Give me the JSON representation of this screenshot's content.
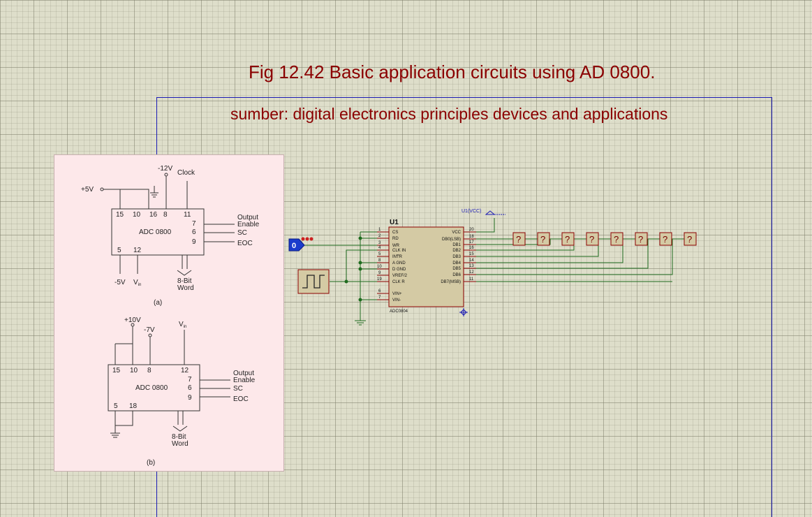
{
  "title": "Fig 12.42 Basic application circuits using AD 0800.",
  "subtitle": "sumber: digital electronics principles devices and applications",
  "figure": {
    "a": {
      "caption": "(a)",
      "supply": "+5V",
      "neg_supply": "-12V",
      "clock": "Clock",
      "chip": "ADC 0800",
      "top_pins": [
        "15",
        "10",
        "16",
        "8",
        "11"
      ],
      "right_pins": [
        "7",
        "6",
        "9"
      ],
      "bottom_pins": [
        "5",
        "12"
      ],
      "outputs": [
        "Output",
        "Enable",
        "SC",
        "EOC"
      ],
      "bottom_left": "-5V",
      "vin": "V",
      "vin_sub": "in",
      "word": [
        "8-Bit",
        "Word"
      ]
    },
    "b": {
      "caption": "(b)",
      "supply": "+10V",
      "neg_supply": "-7V",
      "vin": "V",
      "vin_sub": "in",
      "chip": "ADC 0800",
      "top_pins": [
        "15",
        "10",
        "8",
        "12"
      ],
      "right_pins": [
        "7",
        "6",
        "9"
      ],
      "bottom_pins": [
        "5",
        "18"
      ],
      "outputs": [
        "Output",
        "Enable",
        "SC",
        "EOC"
      ],
      "word": [
        "8-Bit",
        "Word"
      ]
    }
  },
  "schematic": {
    "chip_ref": "U1",
    "chip_part": "ADC0804",
    "power_label": "U1(VCC)",
    "logic_state": "0",
    "left_pins": [
      {
        "num": "1",
        "name": "CS"
      },
      {
        "num": "2",
        "name": "RD"
      },
      {
        "num": "3",
        "name": "WR"
      },
      {
        "num": "4",
        "name": "CLK IN"
      },
      {
        "num": "5",
        "name": "INTR"
      },
      {
        "num": "8",
        "name": "A GND"
      },
      {
        "num": "10",
        "name": "D GND"
      },
      {
        "num": "9",
        "name": "VREF/2"
      },
      {
        "num": "19",
        "name": "CLK R"
      },
      {
        "num": "6",
        "name": "VIN+"
      },
      {
        "num": "7",
        "name": "VIN-"
      }
    ],
    "right_pins": [
      {
        "num": "20",
        "name": "VCC"
      },
      {
        "num": "18",
        "name": "DB0(LSB)"
      },
      {
        "num": "17",
        "name": "DB1"
      },
      {
        "num": "16",
        "name": "DB2"
      },
      {
        "num": "15",
        "name": "DB3"
      },
      {
        "num": "14",
        "name": "DB4"
      },
      {
        "num": "13",
        "name": "DB5"
      },
      {
        "num": "12",
        "name": "DB6"
      },
      {
        "num": "11",
        "name": "DB7(MSB)"
      }
    ],
    "probe_label": "?",
    "probe_count": 8
  },
  "colors": {
    "title": "#8b0000",
    "wire": "#1f6b1f",
    "chip_fill": "#d4caa4",
    "chip_border": "#8b0000",
    "frame": "#1a1ab4",
    "logic_state": "#1a3ccc",
    "reference_panel": "#fde8ea"
  }
}
